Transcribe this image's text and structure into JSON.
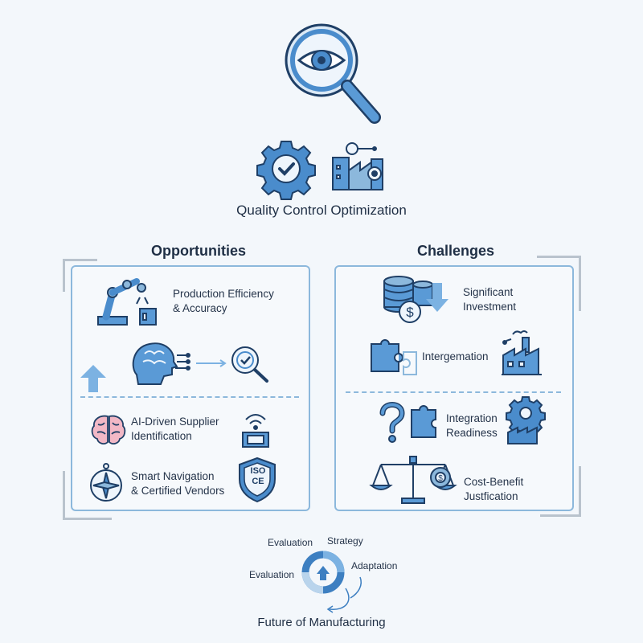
{
  "header": {
    "title": "Quality Control Optimization",
    "icons": [
      "magnifier-eye-icon",
      "gear-check-icon",
      "factory-gear-icon"
    ]
  },
  "opportunities": {
    "title": "Opportunities",
    "items": [
      {
        "label_lines": [
          "Production Efficiency",
          "& Accuracy"
        ],
        "icon": "robot-arm-icon"
      },
      {
        "label_lines": [],
        "icon": "ai-brain-to-inspection-icon"
      },
      {
        "label_lines": [
          "AI-Driven Supplier",
          "Identification"
        ],
        "icon": "brain-icon"
      },
      {
        "label_lines": [
          "Smart Navigation",
          "& Certified Vendors"
        ],
        "icon": "compass-icon"
      }
    ],
    "badge_text": [
      "ISO",
      "CE"
    ]
  },
  "challenges": {
    "title": "Challenges",
    "items": [
      {
        "label_lines": [
          "Significant",
          "Investment"
        ],
        "icon": "coins-dollar-icon"
      },
      {
        "label_lines": [
          "Intergemation"
        ],
        "icon": "puzzle-icon"
      },
      {
        "label_lines": [
          "Integration",
          "Readiness"
        ],
        "icon": "question-puzzle-icon"
      },
      {
        "label_lines": [
          "Cost-Benefit",
          "Justfication"
        ],
        "icon": "scale-icon"
      }
    ]
  },
  "cycle": {
    "labels": [
      "Evaluation",
      "Strategy",
      "Adaptation",
      "Evaluation"
    ]
  },
  "footer": {
    "title": "Future of Manufacturing"
  },
  "colors": {
    "accent": "#3d7fc1",
    "light_accent": "#8cb8dc",
    "dark": "#1f2f45",
    "fill": "#5a9ad6"
  }
}
